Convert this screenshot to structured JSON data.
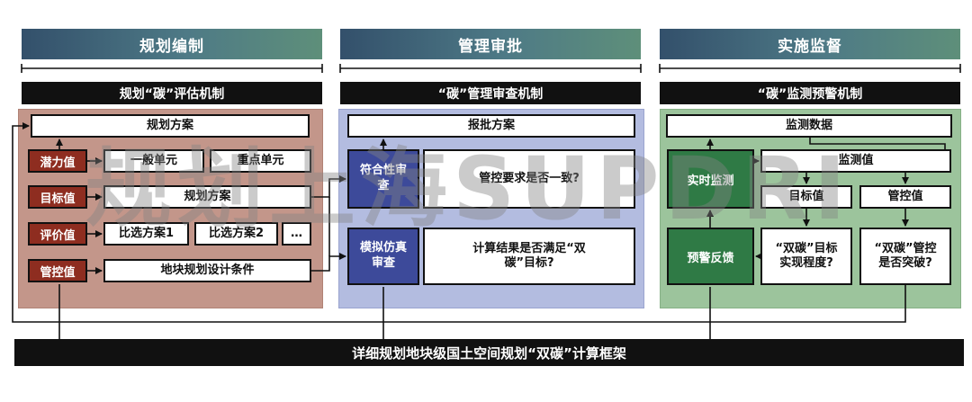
{
  "phases": [
    {
      "title": "规划编制",
      "mechanism": "规划“碳”评估机制"
    },
    {
      "title": "管理审批",
      "mechanism": "“碳”管理审查机制"
    },
    {
      "title": "实施监督",
      "mechanism": "“碳”监测预警机制"
    }
  ],
  "plan": {
    "top": "规划方案",
    "labels": [
      "潜力值",
      "目标值",
      "评价值",
      "管控值"
    ],
    "unit_general": "一般单元",
    "unit_key": "重点单元",
    "target_plan": "规划方案",
    "alt1": "比选方案1",
    "alt2": "比选方案2",
    "alt_more": "…",
    "condition": "地块规划设计条件"
  },
  "review": {
    "top": "报批方案",
    "compliance_label": "符合性审查",
    "compliance_q": "管控要求是否一致?",
    "sim_label": "模拟仿真审查",
    "sim_q": "计算结果是否满足“双碳”目标?"
  },
  "monitor": {
    "top": "监测数据",
    "realtime": "实时监测",
    "monitor_value": "监测值",
    "target_value": "目标值",
    "control_value": "管控值",
    "warning": "预警反馈",
    "q1": "“双碳”目标实现程度?",
    "q2": "“双碳”管控是否突破?"
  },
  "footer": "详细规划地块级国土空间规划“双碳”计算框架",
  "watermark": "规划上海SUPDRI",
  "colors": {
    "plan_panel": "#c3968a",
    "plan_label": "#8e2d20",
    "review_panel": "#b3bce0",
    "review_label": "#3d4a9a",
    "monitor_panel": "#9cc49c",
    "monitor_label": "#2f7a45"
  }
}
